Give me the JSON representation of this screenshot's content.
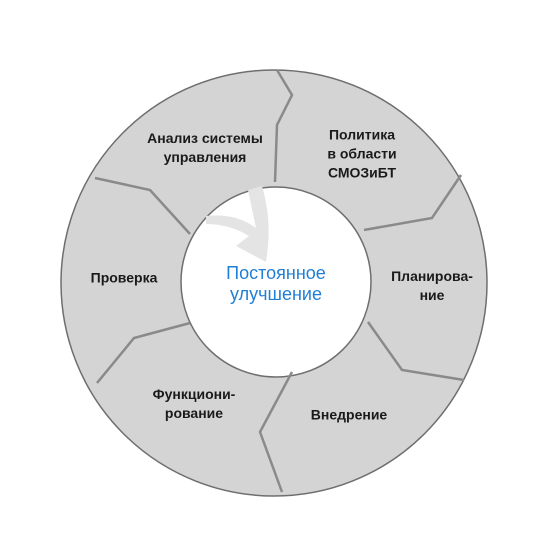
{
  "diagram": {
    "center_text": "Постоянное\nулучшение",
    "segments": [
      {
        "id": "policy",
        "label": "Политика\nв  области\nСМОЗиБТ"
      },
      {
        "id": "planning",
        "label": "Планирова-\nние"
      },
      {
        "id": "implementation",
        "label": "Внедрение"
      },
      {
        "id": "functioning",
        "label": "Функциони-\nрование"
      },
      {
        "id": "check",
        "label": "Проверка"
      },
      {
        "id": "analysis",
        "label": "Анализ системы\nуправления"
      }
    ],
    "colors": {
      "segment_fill": "#d4d4d4",
      "segment_border": "#6e6e6e",
      "divider": "#8a8a8a",
      "center_text": "#1f7fd6",
      "arrow_fill": "#e4e4e4"
    }
  }
}
